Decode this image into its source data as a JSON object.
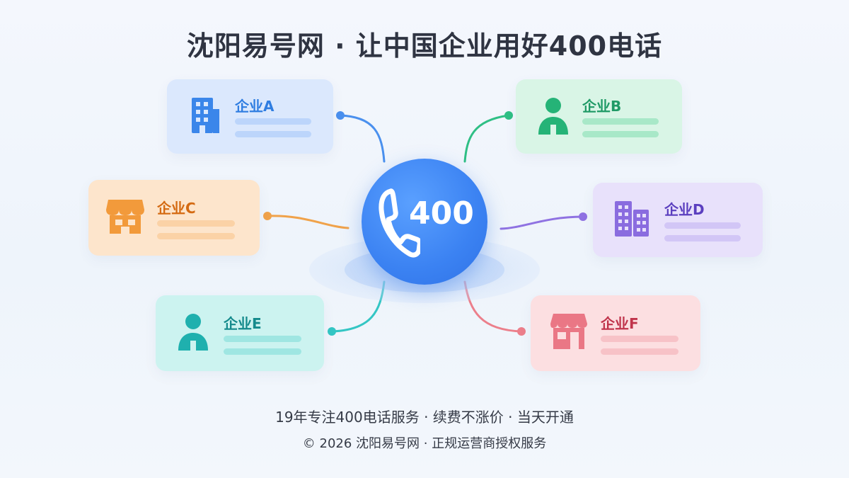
{
  "title": "沈阳易号网 · 让中国企业用好400电话",
  "hub": {
    "number": "400",
    "icon": "phone-icon"
  },
  "companies": [
    {
      "name": "企业A",
      "icon": "office-building-icon",
      "color": "#2f7de1",
      "bg": "#dbe8fd",
      "bar": "#bcd5fb"
    },
    {
      "name": "企业B",
      "icon": "person-icon",
      "color": "#1f9a66",
      "bg": "#d9f5e6",
      "bar": "#a8e8c8"
    },
    {
      "name": "企业C",
      "icon": "storefront-icon",
      "color": "#d46a12",
      "bg": "#fde5cc",
      "bar": "#fbd2a6"
    },
    {
      "name": "企业D",
      "icon": "city-buildings-icon",
      "color": "#5b3fbf",
      "bg": "#e8e1fb",
      "bar": "#d2c6f6"
    },
    {
      "name": "企业E",
      "icon": "person-icon",
      "color": "#158a8c",
      "bg": "#ccf3f0",
      "bar": "#9fe6e2"
    },
    {
      "name": "企业F",
      "icon": "shop-icon",
      "color": "#c0344b",
      "bg": "#fcdfe1",
      "bar": "#f7c2c7"
    }
  ],
  "footer": {
    "line1": "19年专注400电话服务 · 续费不涨价 · 当天开通",
    "line2": "© 2026 沈阳易号网 · 正规运营商授权服务"
  }
}
